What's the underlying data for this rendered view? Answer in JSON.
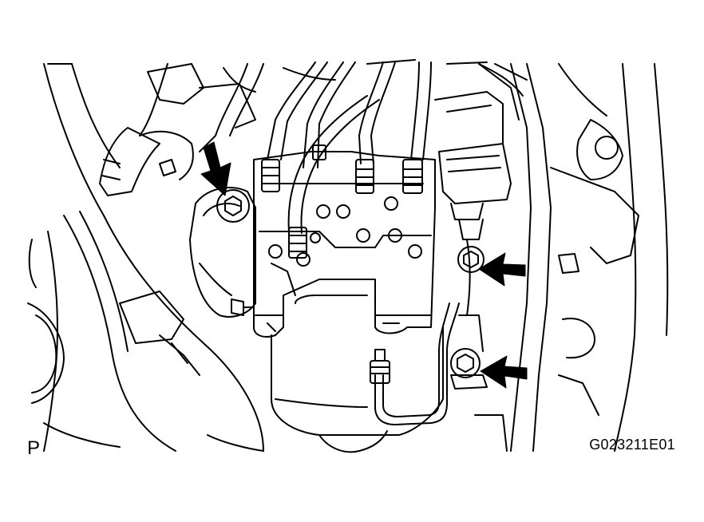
{
  "figure": {
    "view_label": "P",
    "code": "G023211E01"
  },
  "colors": {
    "line": "#000000",
    "background": "#ffffff"
  },
  "callouts": [
    {
      "icon": "arrow-icon",
      "points_to": "bolt"
    },
    {
      "icon": "arrow-icon",
      "points_to": "nut"
    },
    {
      "icon": "arrow-icon",
      "points_to": "nut"
    }
  ]
}
